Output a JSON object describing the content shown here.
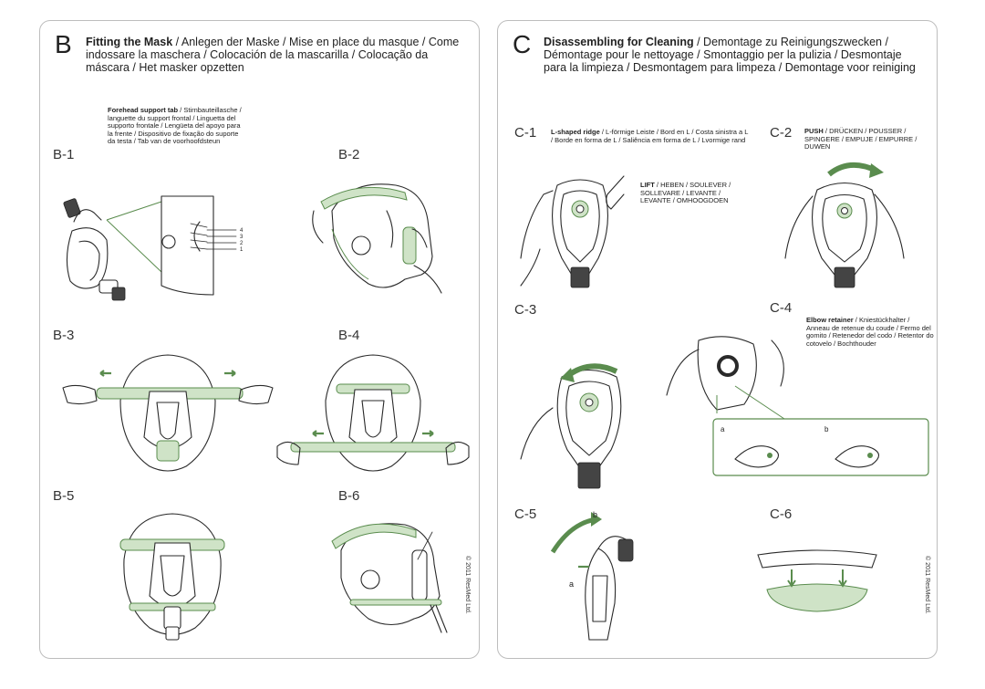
{
  "colors": {
    "accent": "#5a8c4e",
    "accent_fill": "#cfe3c7",
    "border": "#bdbdbd"
  },
  "section_b": {
    "letter": "B",
    "title_bold": "Fitting the Mask",
    "title_rest": " / Anlegen der Maske / Mise en place du masque / Come indossare la maschera / Colocación de la mascarilla / Colocação da máscara / Het masker opzetten",
    "forehead_bold": "Forehead support tab",
    "forehead_rest": " / Stirnbauteillasche / languette du support frontal / Linguetta del supporto frontale / Lengüeta del apoyo para la frente / Dispositivo de fixação do suporte da testa / Tab van de voorhoofdsteun",
    "tab_numbers": [
      "4",
      "3",
      "2",
      "1"
    ],
    "steps": [
      "B-1",
      "B-2",
      "B-3",
      "B-4",
      "B-5",
      "B-6"
    ],
    "copyright": "© 2011 ResMed Ltd."
  },
  "section_c": {
    "letter": "C",
    "title_bold": "Disassembling for Cleaning",
    "title_rest": " / Demontage zu Reinigungszwecken / Démontage pour le nettoyage / Smontaggio per la pulizia / Desmontaje para la limpieza / Desmontagem para limpeza / Demontage voor reiniging",
    "ridge_bold": "L-shaped ridge",
    "ridge_rest": " / L-förmige Leiste / Bord en L / Costa sinistra a L / Borde en forma de L / Saliência em forma de L / Lvormige rand",
    "lift_bold": "LIFT",
    "lift_rest": " / HEBEN / SOULEVER / SOLLEVARE / LEVANTE / LEVANTE / OMHOOGDOEN",
    "push_bold": "PUSH",
    "push_rest": " / DRÜCKEN / POUSSER / SPINGERE / EMPUJE / EMPURRE / DUWEN",
    "elbow_bold": "Elbow retainer",
    "elbow_rest": " / Kniestückhalter / Anneau de retenue du coude / Fermo del gomito / Retenedor del codo / Retentor do cotovelo / Bochthouder",
    "sub_a": "a",
    "sub_b": "b",
    "c5_a": "a",
    "c5_b": "b",
    "steps": [
      "C-1",
      "C-2",
      "C-3",
      "C-4",
      "C-5",
      "C-6"
    ],
    "copyright": "© 2011 ResMed Ltd."
  }
}
